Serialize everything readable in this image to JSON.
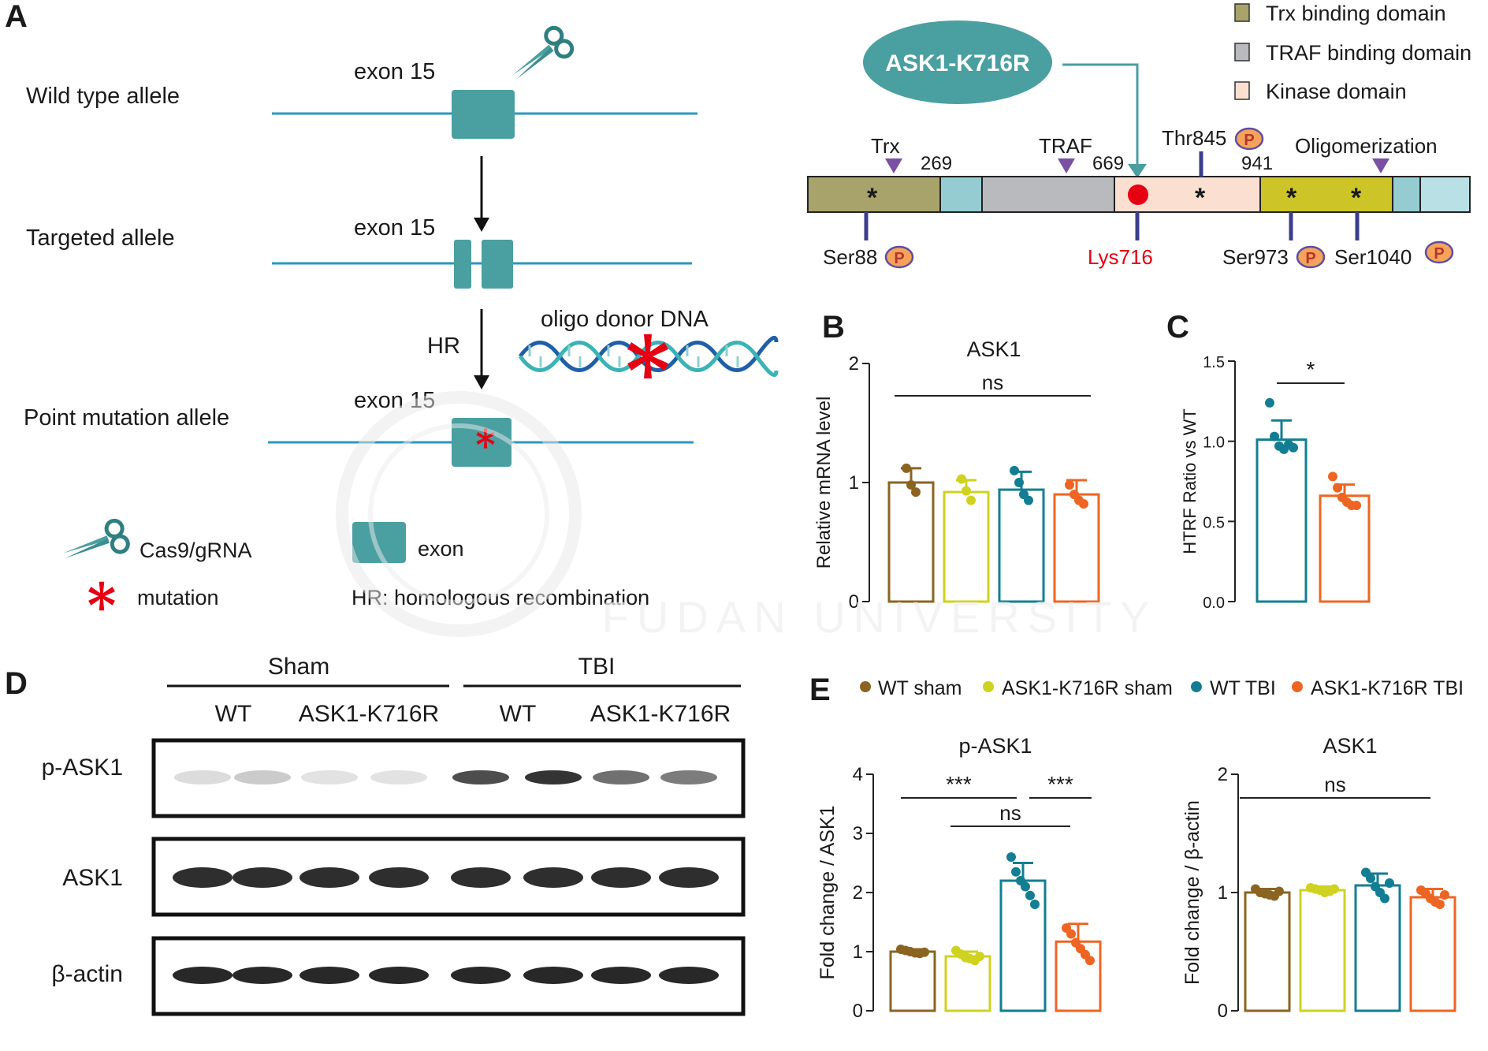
{
  "panels": {
    "a": "A",
    "b": "B",
    "c": "C",
    "d": "D",
    "e": "E"
  },
  "panel_a": {
    "wild_type_label": "Wild type allele",
    "targeted_label": "Targeted allele",
    "point_mutation_label": "Point mutation allele",
    "exon_label": "exon 15",
    "hr_label": "HR",
    "donor_label": "oligo donor DNA",
    "legend_cas9": "Cas9/gRNA",
    "legend_mutation": "mutation",
    "legend_exon": "exon",
    "legend_hr": "HR: homologous recombination"
  },
  "domain_map": {
    "construct_label": "ASK1-K716R",
    "legend": [
      {
        "label": "Trx binding domain",
        "color": "#a8a36a"
      },
      {
        "label": "TRAF binding domain",
        "color": "#b9babd"
      },
      {
        "label": "Kinase domain",
        "color": "#fbe0d2"
      }
    ],
    "top_labels": {
      "trx": "Trx",
      "traf": "TRAF",
      "oligo": "Oligomerization",
      "thr845": "Thr845"
    },
    "positions": {
      "p269": "269",
      "p669": "669",
      "p941": "941"
    },
    "sites": {
      "ser88": "Ser88",
      "lys716": "Lys716",
      "ser973": "Ser973",
      "ser1040": "Ser1040"
    },
    "phospho_glyph": "P",
    "star_glyph": "*"
  },
  "colors": {
    "teal": "#4a9fa1",
    "line_blue": "#2b97c3",
    "wt_sham": "#8b6422",
    "k716r_sham": "#cfd21f",
    "wt_tbi": "#137e93",
    "k716r_tbi": "#ee6523",
    "mutation_red": "#e60012"
  },
  "blot": {
    "sham_label": "Sham",
    "tbi_label": "TBI",
    "lanes": [
      "WT",
      "ASK1-K716R",
      "WT",
      "ASK1-K716R"
    ],
    "rows": [
      "p-ASK1",
      "ASK1",
      "β-actin"
    ]
  },
  "legend_e": [
    "WT sham",
    "ASK1-K716R sham",
    "WT TBI",
    "ASK1-K716R TBI"
  ],
  "watermark": {
    "text": "FUDAN UNIVERSITY"
  },
  "chart_data": [
    {
      "id": "B",
      "type": "bar",
      "title": "ASK1",
      "ylabel": "Relative mRNA level",
      "ylim": [
        0,
        2
      ],
      "yticks": [
        0,
        1,
        2
      ],
      "categories": [
        "WT sham",
        "ASK1-K716R sham",
        "WT TBI",
        "ASK1-K716R TBI"
      ],
      "values": [
        1.0,
        0.92,
        0.94,
        0.9
      ],
      "errors": [
        0.12,
        0.1,
        0.15,
        0.12
      ],
      "points": [
        [
          1.12,
          0.98,
          0.92
        ],
        [
          1.03,
          0.93,
          0.85
        ],
        [
          1.1,
          1.0,
          0.9,
          0.85
        ],
        [
          0.98,
          0.9,
          0.85,
          0.82
        ]
      ],
      "annotations": [
        {
          "label": "ns",
          "from": 0,
          "to": 3
        }
      ]
    },
    {
      "id": "C",
      "type": "bar",
      "title": "",
      "ylabel": "HTRF Ratio vs WT",
      "ylim": [
        0,
        1.5
      ],
      "yticks": [
        0.0,
        0.5,
        1.0,
        1.5
      ],
      "categories": [
        "WT TBI",
        "ASK1-K716R TBI"
      ],
      "values": [
        1.01,
        0.66
      ],
      "errors": [
        0.12,
        0.07
      ],
      "points": [
        [
          1.24,
          1.03,
          0.97,
          0.95,
          0.98,
          0.96
        ],
        [
          0.78,
          0.71,
          0.65,
          0.62,
          0.6,
          0.6
        ]
      ],
      "annotations": [
        {
          "label": "*",
          "from": 0,
          "to": 1
        }
      ]
    },
    {
      "id": "E1",
      "type": "bar",
      "title": "p-ASK1",
      "ylabel": "Fold change / ASK1",
      "ylim": [
        0,
        4
      ],
      "yticks": [
        0,
        1,
        2,
        3,
        4
      ],
      "categories": [
        "WT sham",
        "ASK1-K716R sham",
        "WT TBI",
        "ASK1-K716R TBI"
      ],
      "values": [
        1.0,
        0.92,
        2.2,
        1.17
      ],
      "errors": [
        0.04,
        0.08,
        0.3,
        0.3
      ],
      "points": [
        [
          1.04,
          1.02,
          1.0,
          0.98,
          0.97,
          0.99
        ],
        [
          1.02,
          0.96,
          0.9,
          0.88,
          0.85,
          0.92
        ],
        [
          2.6,
          2.35,
          2.2,
          2.1,
          1.95,
          1.8
        ],
        [
          1.4,
          1.3,
          1.15,
          1.05,
          0.95,
          0.85
        ]
      ],
      "annotations": [
        {
          "label": "***",
          "from": 0,
          "to": 2
        },
        {
          "label": "***",
          "from": 2,
          "to": 3
        },
        {
          "label": "ns",
          "from": 1,
          "to": 3
        }
      ]
    },
    {
      "id": "E2",
      "type": "bar",
      "title": "ASK1",
      "ylabel": "Fold change / β-actin",
      "ylim": [
        0,
        2
      ],
      "yticks": [
        0,
        1,
        2
      ],
      "categories": [
        "WT sham",
        "ASK1-K716R sham",
        "WT TBI",
        "ASK1-K716R TBI"
      ],
      "values": [
        1.0,
        1.02,
        1.06,
        0.96
      ],
      "errors": [
        0.03,
        0.03,
        0.1,
        0.07
      ],
      "points": [
        [
          1.03,
          1.0,
          0.99,
          0.98,
          0.97,
          1.01
        ],
        [
          1.04,
          1.03,
          1.02,
          1.0,
          1.01,
          1.03
        ],
        [
          1.17,
          1.12,
          1.05,
          1.0,
          0.95,
          1.08
        ],
        [
          1.02,
          0.99,
          0.95,
          0.92,
          0.9,
          0.98
        ]
      ],
      "annotations": [
        {
          "label": "ns",
          "from": 0,
          "to": 3
        }
      ]
    }
  ]
}
